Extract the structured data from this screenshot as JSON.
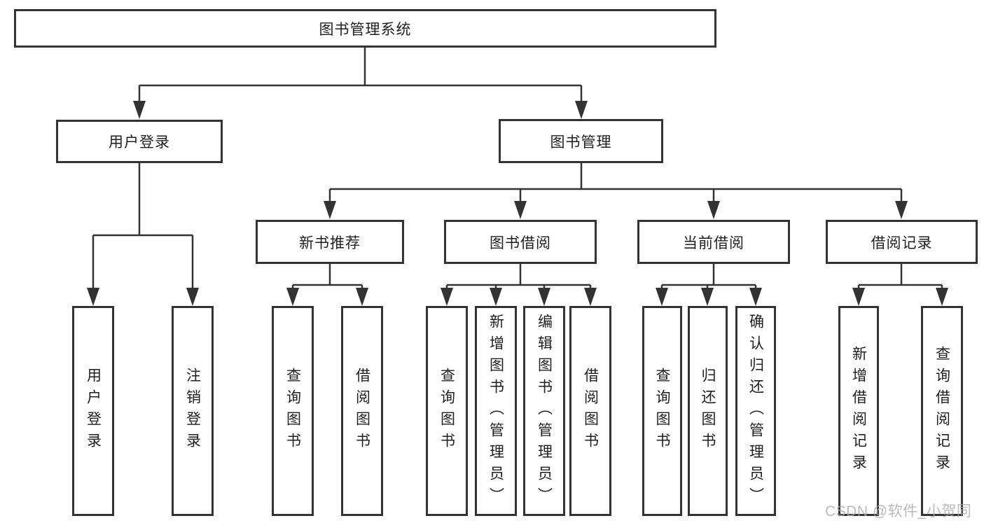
{
  "tree": {
    "label": "图书管理系统",
    "children": [
      {
        "label": "用户登录",
        "children": [
          {
            "label": "用户登录"
          },
          {
            "label": "注销登录"
          }
        ]
      },
      {
        "label": "图书管理",
        "children": [
          {
            "label": "新书推荐",
            "children": [
              {
                "label": "查询图书"
              },
              {
                "label": "借阅图书"
              }
            ]
          },
          {
            "label": "图书借阅",
            "children": [
              {
                "label": "查询图书"
              },
              {
                "label": "新增图书（管理员）"
              },
              {
                "label": "编辑图书（管理员）"
              },
              {
                "label": "借阅图书"
              }
            ]
          },
          {
            "label": "当前借阅",
            "children": [
              {
                "label": "查询图书"
              },
              {
                "label": "归还图书"
              },
              {
                "label": "确认归还（管理员）"
              }
            ]
          },
          {
            "label": "借阅记录",
            "children": [
              {
                "label": "新增借阅记录"
              },
              {
                "label": "查询借阅记录"
              }
            ]
          }
        ]
      }
    ]
  },
  "watermark": {
    "text": "CSDN @软件_小贺同学"
  },
  "colors": {
    "line": "#333333",
    "box_border": "#333333",
    "text": "#1f1f1f",
    "watermark": "#a9a9a9",
    "background": "#ffffff"
  }
}
